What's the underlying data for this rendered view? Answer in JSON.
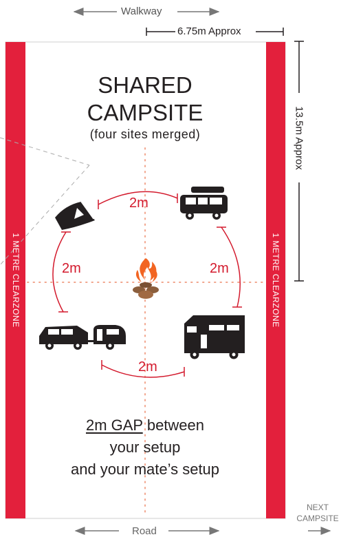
{
  "labels": {
    "walkway": "Walkway",
    "road": "Road",
    "width": "6.75m Approx",
    "length": "13.5m Approx",
    "next_campsite_line1": "NEXT",
    "next_campsite_line2": "CAMPSITE"
  },
  "campsite": {
    "title_line1": "SHARED",
    "title_line2": "CAMPSITE",
    "subtitle": "(four sites merged)",
    "clearzone_left": "1 METRE CLEARZONE",
    "clearzone_right": "1 METRE CLEARZONE"
  },
  "gaps": {
    "top": "2m",
    "left": "2m",
    "right": "2m",
    "bottom": "2m"
  },
  "note": {
    "emphasis": "2m GAP",
    "line1_rest": " between",
    "line2": "your setup",
    "line3": "and your mate’s setup"
  },
  "icons": {
    "tent": "tent-icon",
    "van": "campervan-roof-box-icon",
    "fire": "campfire-icon",
    "car_caravan": "car-with-caravan-icon",
    "motorhome": "motorhome-icon"
  },
  "colors": {
    "clearzone": "#e3203c",
    "gap": "#d3192c",
    "guide": "#f2a58c",
    "fire": "#f26522",
    "ink": "#231f20"
  }
}
